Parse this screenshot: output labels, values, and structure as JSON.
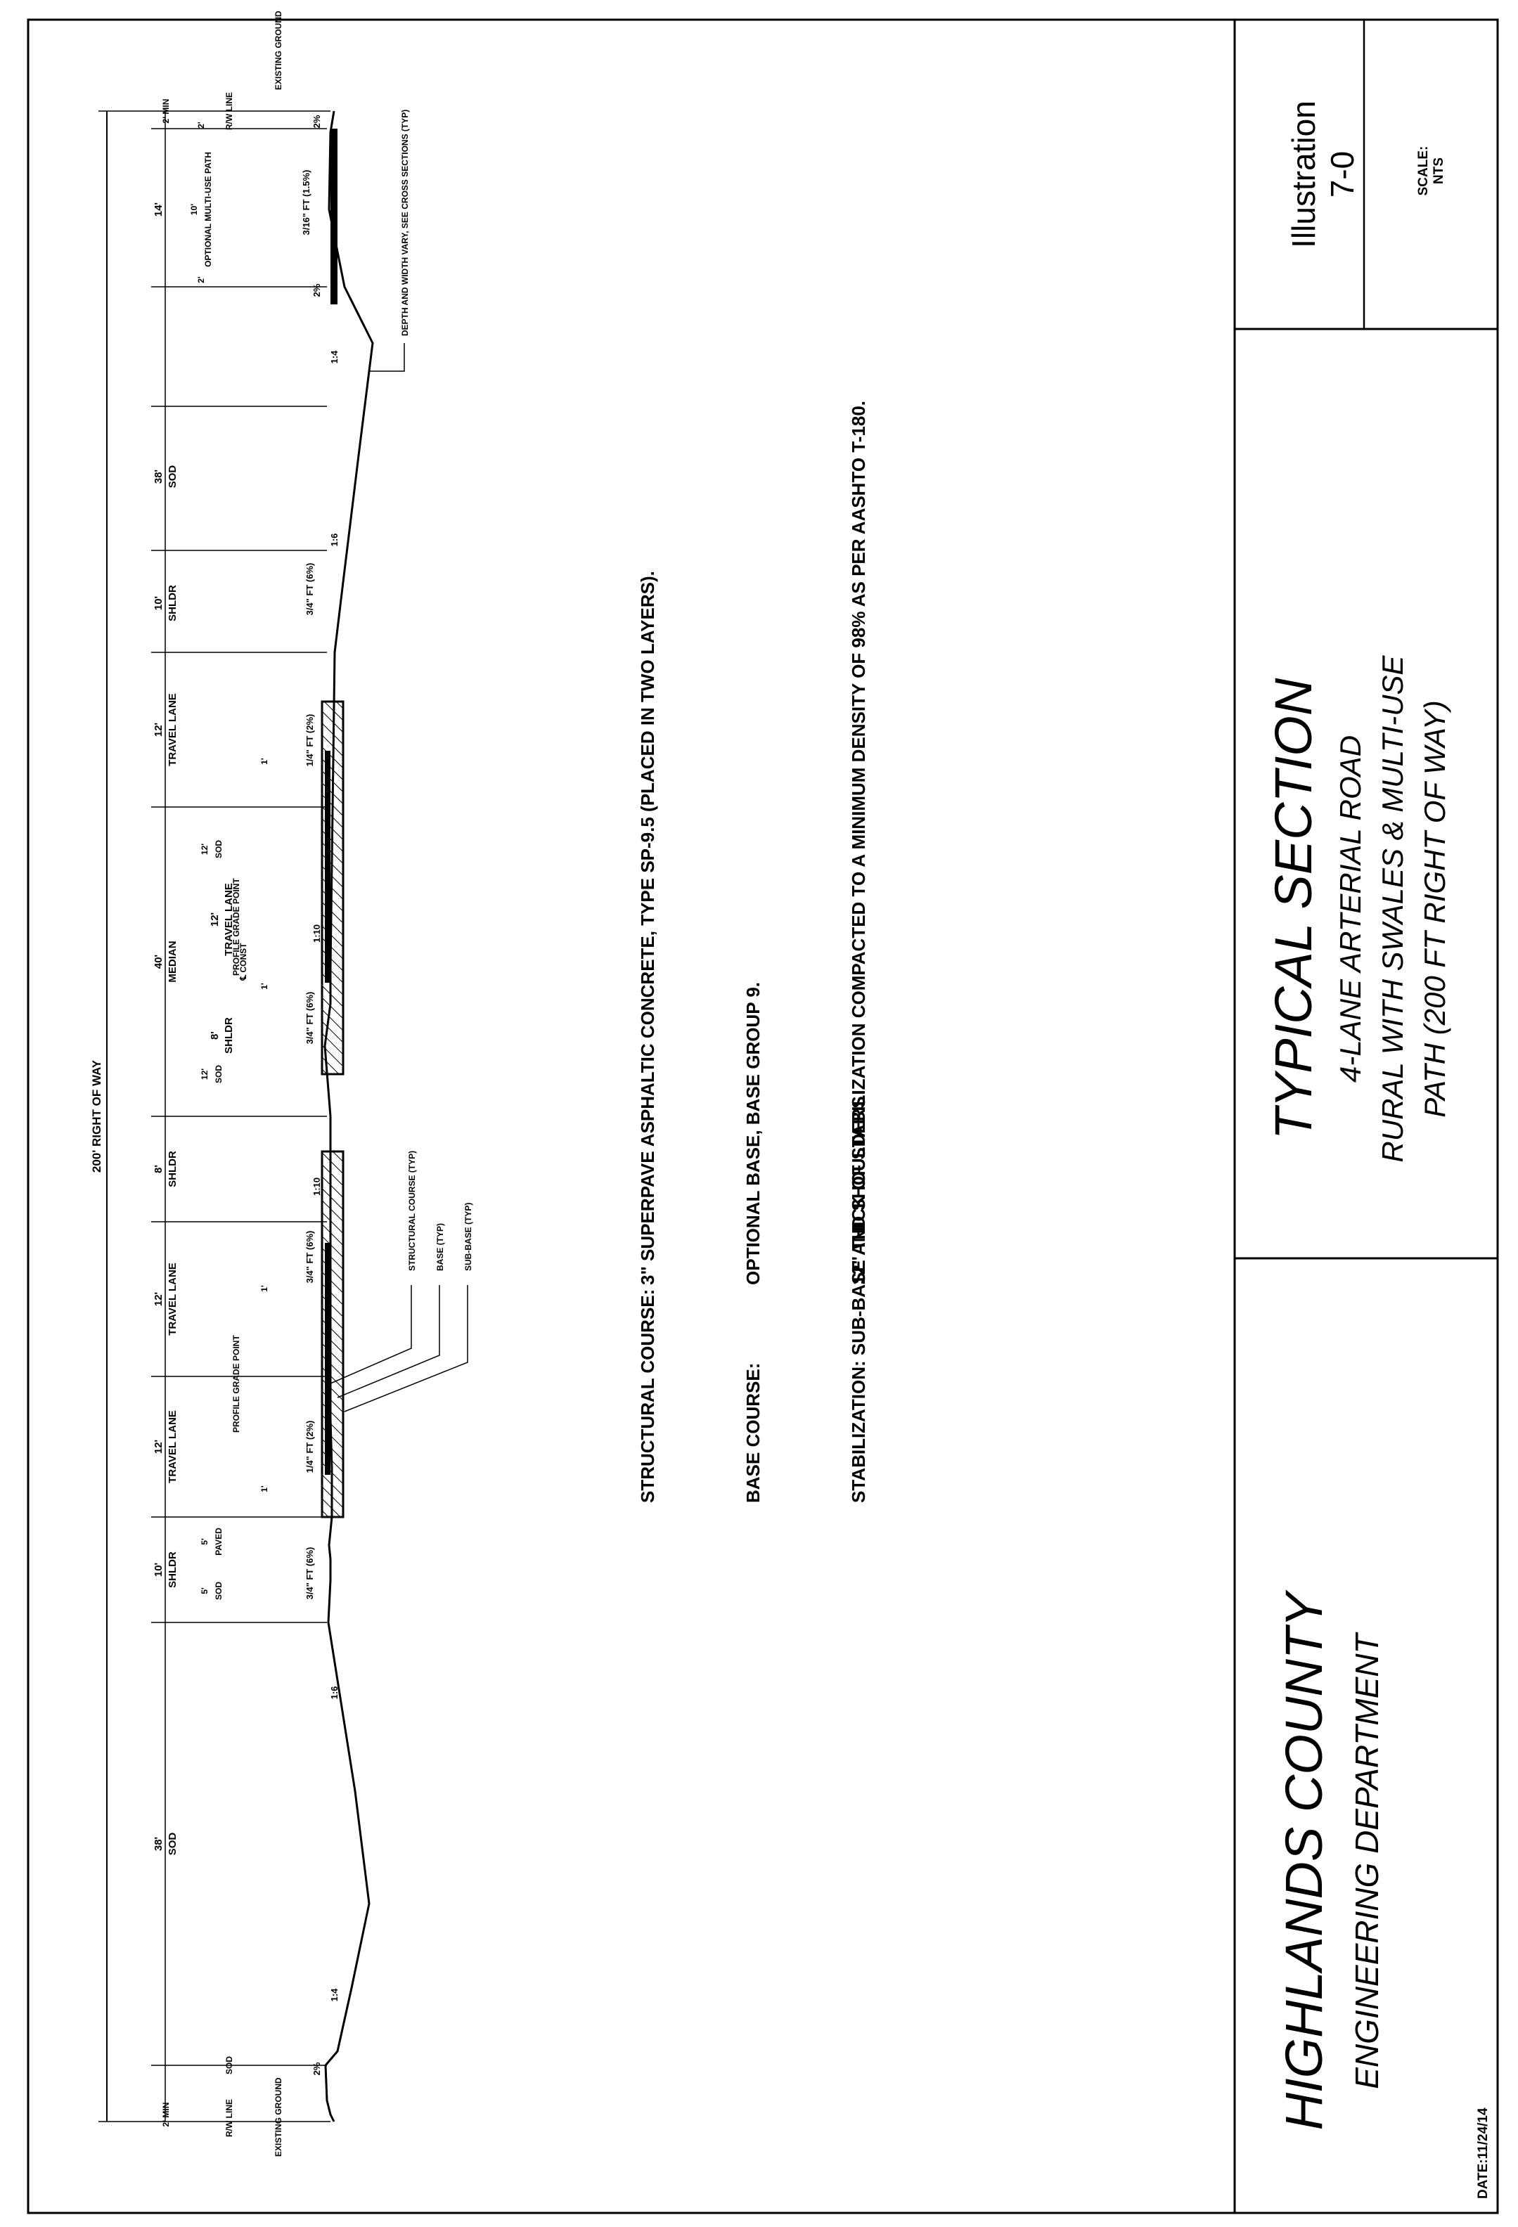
{
  "dims": {
    "top_right_of_way": "200' RIGHT OF WAY",
    "sections": [
      {
        "dim": "38'",
        "label": "SOD"
      },
      {
        "dim": "10'",
        "label": "SHLDR"
      },
      {
        "dim": "12'",
        "label": "TRAVEL LANE"
      },
      {
        "dim": "12'",
        "label": "TRAVEL LANE"
      },
      {
        "dim": "8'",
        "label": "SHLDR"
      },
      {
        "dim": "40'",
        "label": "MEDIAN"
      },
      {
        "dim": "8'",
        "label": "SHLDR"
      },
      {
        "dim": "12'",
        "label": "TRAVEL LANE"
      },
      {
        "dim": "12'",
        "label": "TRAVEL LANE"
      },
      {
        "dim": "10'",
        "label": "SHLDR"
      },
      {
        "dim": "38'",
        "label": "SOD"
      },
      {
        "dim": "14'",
        "label": ""
      }
    ],
    "sub": {
      "sod_5": "5'",
      "sod": "SOD",
      "paved_5": "5'",
      "paved": "PAVED",
      "sod_12": "12'",
      "const": "℄ CONST",
      "opt_2": "2'",
      "opt_10": "10'",
      "optional_path": "OPTIONAL MULTI-USE PATH",
      "two_min": "2' MIN",
      "rw_line": "R/W LINE",
      "one_ft": "1'"
    }
  },
  "slopes": {
    "s14": "1:4",
    "s16": "1:6",
    "s110": "1:10",
    "two_pct": "2%",
    "slope_2": "1/4\" FT (2%)",
    "slope_6": "3/4\" FT (6%)",
    "slope_15": "3/16\" FT (1.5%)"
  },
  "callouts": {
    "existing_ground": "EXISTING GROUND",
    "profile_grade_point": "PROFILE GRADE POINT",
    "structural_course": "STRUCTURAL COURSE (TYP)",
    "base": "BASE (TYP)",
    "sub_base": "SUB-BASE (TYP)",
    "depth_width": "DEPTH AND WIDTH VARY, SEE CROSS SECTIONS (TYP)"
  },
  "notes": [
    {
      "label": "STRUCTURAL COURSE:",
      "text": "3\" SUPERPAVE ASPHALTIC CONCRETE, TYPE SP-9.5 (PLACED IN TWO LAYERS)."
    },
    {
      "label": "BASE COURSE:",
      "text": "OPTIONAL BASE, BASE GROUP 9."
    },
    {
      "label": "STABILIZATION: SUB-BASE AND SHOULDERS",
      "text": "12\" THICK OF STABILIZATION COMPACTED TO A MINIMUM DENSITY OF 98% AS PER AASHTO T-180."
    }
  ],
  "title_block": {
    "county": "HIGHLANDS COUNTY",
    "department": "ENGINEERING DEPARTMENT",
    "date": "DATE:11/24/14",
    "title": "TYPICAL SECTION",
    "subtitle1": "4-LANE ARTERIAL ROAD",
    "subtitle2": "RURAL WITH SWALES & MULTI-USE",
    "subtitle3": "PATH (200 FT RIGHT OF WAY)",
    "illustration": "Illustration",
    "illustration_no": "7-0",
    "scale_label": "SCALE:",
    "scale_value": "NTS"
  }
}
